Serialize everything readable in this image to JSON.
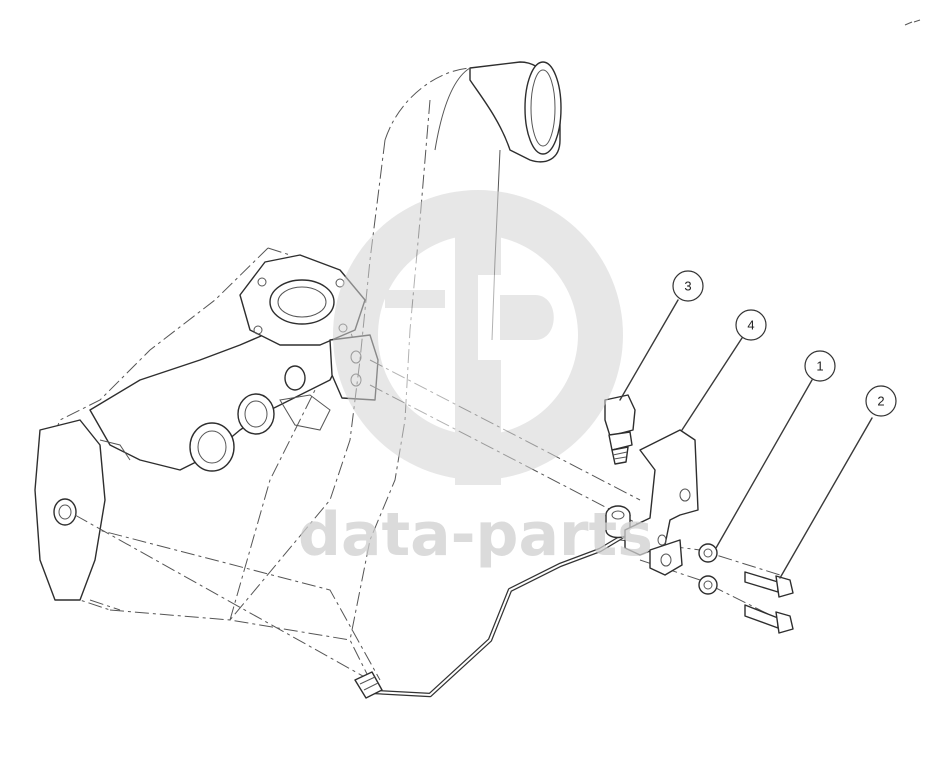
{
  "watermark": {
    "text": "data-parts"
  },
  "callouts": [
    {
      "id": "callout-3",
      "number": "3"
    },
    {
      "id": "callout-4",
      "number": "4"
    },
    {
      "id": "callout-1",
      "number": "1"
    },
    {
      "id": "callout-2",
      "number": "2"
    }
  ],
  "colors": {
    "line": "#3a3a3a",
    "watermark": "#cfcfcf",
    "background": "#ffffff"
  }
}
